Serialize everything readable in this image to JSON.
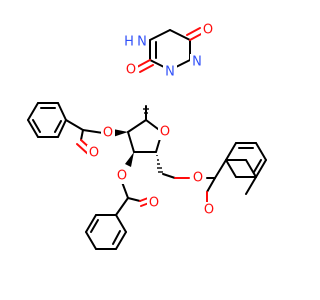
{
  "molecule": {
    "atoms": {
      "o_c5": "O",
      "n_ring_h": "N",
      "h_on_n": "H",
      "o_c3": "O",
      "n2": "N",
      "n1": "N",
      "o_ring": "O",
      "o_2ester": "O",
      "o_2carbonyl": "O",
      "o_3ester": "O",
      "o_3carbonyl": "O",
      "o_5ester": "O",
      "o_5carbonyl": "O"
    },
    "colors": {
      "carbon": "#000000",
      "oxygen": "#ff0d0d",
      "nitrogen": "#3050f8",
      "background": "#ffffff"
    }
  }
}
